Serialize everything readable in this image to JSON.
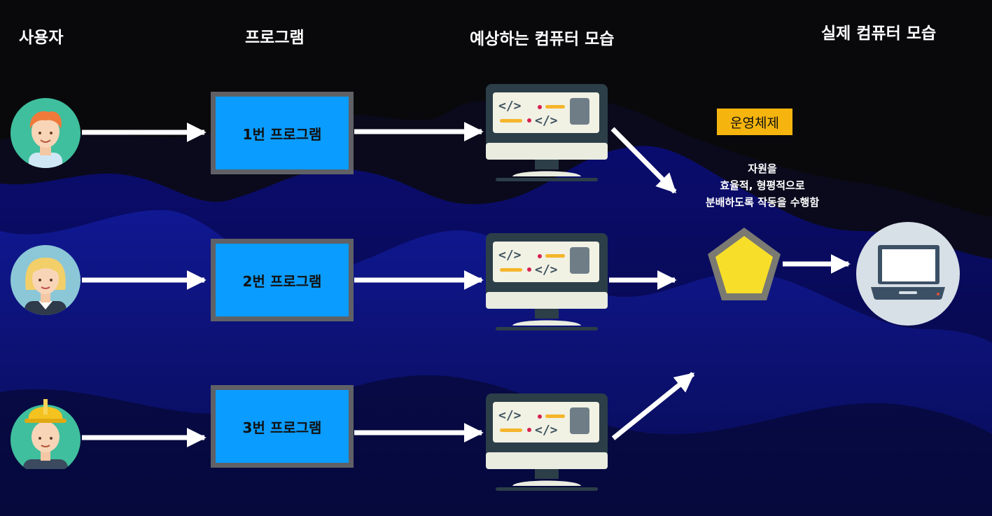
{
  "columns": {
    "users": "사용자",
    "programs": "프로그램",
    "expected": "예상하는 컴퓨터 모습",
    "actual": "실제 컴퓨터 모습"
  },
  "users": [
    {
      "icon": "boy-avatar-icon"
    },
    {
      "icon": "blonde-woman-avatar-icon"
    },
    {
      "icon": "worker-hardhat-avatar-icon"
    }
  ],
  "programs": [
    "1번 프로그램",
    "2번 프로그램",
    "3번 프로그램"
  ],
  "computers": [
    {
      "icon": "code-monitor-icon"
    },
    {
      "icon": "code-monitor-icon"
    },
    {
      "icon": "code-monitor-icon"
    }
  ],
  "os": {
    "label": "운영체제",
    "description": [
      "자원을",
      "효율적, 형평적으로",
      "분배하도록 작동을 수행함"
    ],
    "icon": "pentagon-icon"
  },
  "actual_computer": {
    "icon": "laptop-icon"
  },
  "colors": {
    "background": "#09090c",
    "mountain_dark": "#060833",
    "mountain_mid": "#0b0d7a",
    "program_box": "#0a9cff",
    "program_border": "#5f6167",
    "os_label_bg": "#f6b50e",
    "pentagon_fill": "#f7de29",
    "pentagon_border": "#7a7a72",
    "arrow": "#ffffff"
  }
}
